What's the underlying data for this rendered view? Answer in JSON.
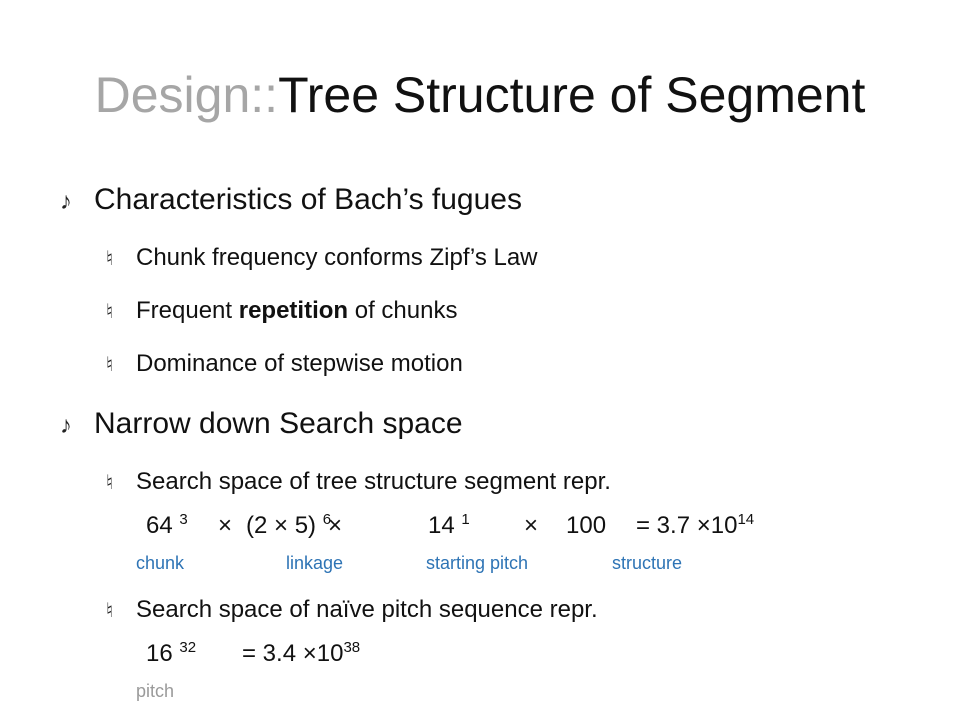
{
  "title": {
    "prefix": "Design::",
    "main": "Tree Structure of Segment"
  },
  "markers": {
    "level1": "♪",
    "level2": "♮"
  },
  "section1": {
    "heading": "Characteristics of Bach’s fugues",
    "items": [
      {
        "text": "Chunk frequency conforms Zipf’s Law"
      },
      {
        "before": "Frequent ",
        "bold": "repetition",
        "after": " of chunks"
      },
      {
        "text": "Dominance of stepwise motion"
      }
    ]
  },
  "section2": {
    "heading": "Narrow down Search space",
    "tree": {
      "text": "Search space of tree structure segment repr.",
      "formula": {
        "t1_base": "64",
        "t1_exp": "3",
        "op1": "×",
        "t2_base": "(2 × 5)",
        "t2_exp": "6",
        "op2": "×",
        "t3_base": "14",
        "t3_exp": "1",
        "op3": "×",
        "t4": "100",
        "eq": "= 3.7 ×10",
        "eq_exp": "14"
      },
      "labels": [
        "chunk",
        "linkage",
        "starting pitch",
        "structure"
      ]
    },
    "naive": {
      "text": "Search space of naïve pitch sequence repr.",
      "formula": {
        "t1_base": "16",
        "t1_exp": "32",
        "eq": "= 3.4 ×10",
        "eq_exp": "38"
      },
      "label": "pitch"
    }
  },
  "colors": {
    "title_prefix": "#a6a6a6",
    "label_blue": "#2e74b5",
    "label_gray": "#9a9a9a"
  }
}
